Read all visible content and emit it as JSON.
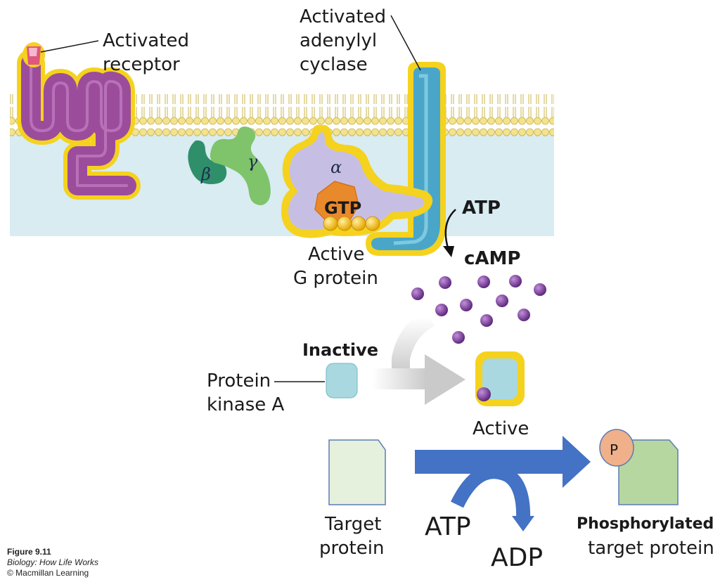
{
  "labels": {
    "activated_receptor_1": "Activated",
    "activated_receptor_2": "receptor",
    "adenylyl_cyclase_1": "Activated",
    "adenylyl_cyclase_2": "adenylyl",
    "adenylyl_cyclase_3": "cyclase",
    "beta": "β",
    "gamma": "γ",
    "alpha": "α",
    "gtp": "GTP",
    "atp_top": "ATP",
    "camp": "cAMP",
    "active_g_1": "Active",
    "active_g_2": "G protein",
    "inactive": "Inactive",
    "pka_1": "Protein",
    "pka_2": "kinase A",
    "active_pka": "Active",
    "phosphate": "P",
    "target_1": "Target",
    "target_2": "protein",
    "atp_bottom": "ATP",
    "adp": "ADP",
    "phos_1": "Phosphorylated",
    "phos_2": "target protein"
  },
  "figure": {
    "number": "Figure 9.11",
    "book": "Biology: How Life Works",
    "publisher": "© Macmillan Learning"
  },
  "colors": {
    "membrane_head": "#f0e089",
    "cytoplasm": "#d8ecf2",
    "receptor": "#9b4d9c",
    "yellow_outline": "#f5d21d",
    "cyclase": "#4aa6c9",
    "alpha": "#c7bfe3",
    "gtp": "#e88a2c",
    "camp": "#7a3f96",
    "beta": "#2f8f6b",
    "gamma": "#7fc36b",
    "pka": "#a9d8e0",
    "target": "#e5f0dd",
    "phos_target": "#b7d7a1",
    "phosphate": "#f0b08a",
    "blue_arrow": "#4472c4"
  }
}
